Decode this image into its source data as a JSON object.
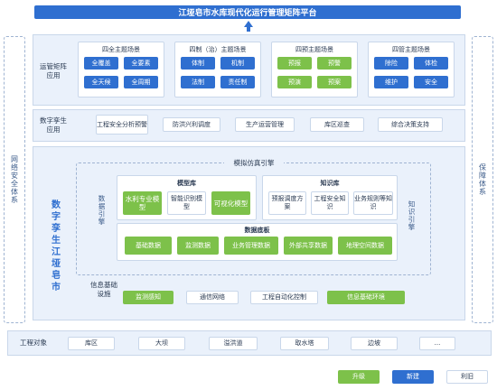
{
  "title": "江垭皂市水库现代化运行管理矩阵平台",
  "left_side": "网络安全体系",
  "right_side": "保障体系",
  "ops": {
    "label": "运管矩阵应用",
    "groups": [
      {
        "title": "四全主题场景",
        "items": [
          "全覆盖",
          "全要素",
          "全天候",
          "全周期"
        ],
        "color": "blue"
      },
      {
        "title": "四制（治）主题场景",
        "items": [
          "体制",
          "机制",
          "法制",
          "责任制"
        ],
        "color": "blue"
      },
      {
        "title": "四预主题场景",
        "items": [
          "预报",
          "预警",
          "预演",
          "预案"
        ],
        "color": "green"
      },
      {
        "title": "四管主题场景",
        "items": [
          "除险",
          "体检",
          "维护",
          "安全"
        ],
        "color": "blue"
      }
    ]
  },
  "twin_app": {
    "label": "数字孪生应用",
    "items": [
      "工程安全分析预警",
      "防洪兴利调度",
      "生产运营管理",
      "库区巡查",
      "综合决策支持"
    ]
  },
  "twin": {
    "label": "数字孪生江垭皂市",
    "engine": "模拟仿真引擎",
    "left_engine": "数据引擎",
    "right_engine": "知识引擎",
    "model_lib": {
      "title": "模型库",
      "items": [
        "水利专业模型",
        "智能识别模型",
        "可视化模型"
      ]
    },
    "knowledge_lib": {
      "title": "知识库",
      "items": [
        "预报调度方案",
        "工程安全知识",
        "业务规则等知识"
      ]
    },
    "data_base": {
      "title": "数据底板",
      "items": [
        "基础数据",
        "监测数据",
        "业务管理数据",
        "外部共享数据",
        "地理空间数据"
      ]
    },
    "info": {
      "label": "信息基础设施",
      "items": [
        "监测感知",
        "通信网络",
        "工程自动化控制",
        "信息基础环境"
      ]
    }
  },
  "objects": {
    "label": "工程对象",
    "items": [
      "库区",
      "大坝",
      "溢洪道",
      "取水塔",
      "边坡",
      "..."
    ]
  },
  "legend": [
    "升级",
    "新建",
    "利旧"
  ],
  "colors": {
    "blue": "#2f6fd0",
    "green": "#7dc14a",
    "panel": "#eaf1fb"
  }
}
